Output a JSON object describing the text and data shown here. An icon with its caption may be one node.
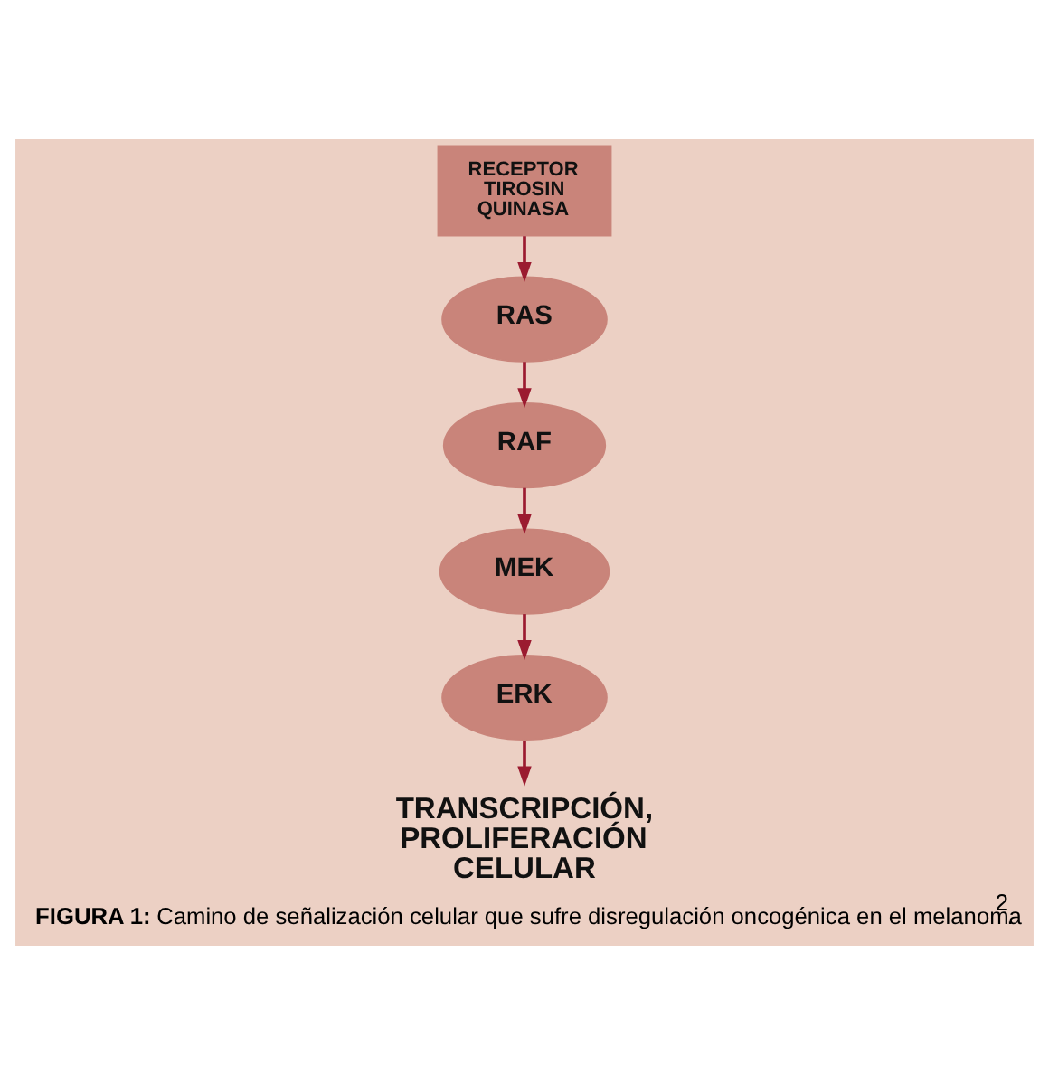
{
  "diagram": {
    "caption": "**FIGURA 1:** Camino de señalización celular que sufre disregulación oncogénica en el melanoma$^{2}$.",
    "nodes": [
      {
        "text": [
          "RECEPTOR TIROSIN QUINASA"
        ]
      },
      {
        "text": [
          "RAS"
        ]
      },
      {
        "text": [
          "RAF"
        ]
      },
      {
        "text": [
          "MEK"
        ]
      },
      {
        "text": [
          "ERK"
        ]
      },
      {
        "text": [
          "TRANSCRIPCIÓN, PROLIFERACIÓN CELULAR"
        ]
      }
    ],
    "edges": [
      {
        "from": 0,
        "to": 1,
        "arrow": "to"
      },
      {
        "from": 1,
        "to": 2,
        "arrow": "to"
      },
      {
        "from": 2,
        "to": 3,
        "arrow": "to"
      },
      {
        "from": 3,
        "to": 4,
        "arrow": "to"
      },
      {
        "from": 4,
        "to": 5,
        "arrow": "to"
      }
    ]
  }
}
